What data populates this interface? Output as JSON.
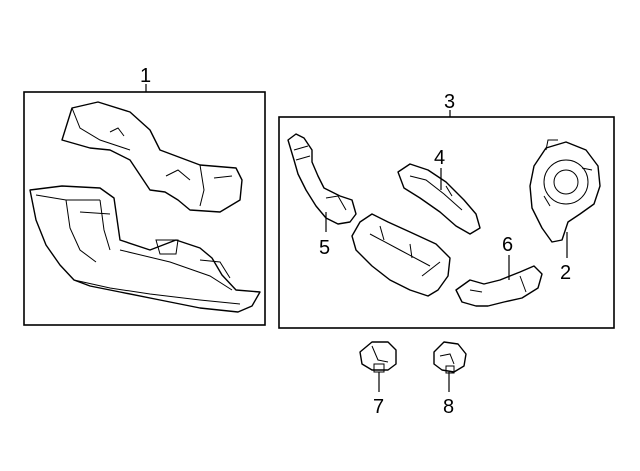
{
  "callouts": {
    "c1": "1",
    "c2": "2",
    "c3": "3",
    "c4": "4",
    "c5": "5",
    "c6": "6",
    "c7": "7",
    "c8": "8"
  },
  "parts": [
    {
      "callout": "1",
      "depicts": "upper-and-lower-column-covers",
      "grouped_in_box": true
    },
    {
      "callout": "2",
      "depicts": "clockspring",
      "grouped_in_box": true
    },
    {
      "callout": "3",
      "depicts": "switch-assembly-group",
      "grouped_in_box": true
    },
    {
      "callout": "4",
      "depicts": "bracket",
      "grouped_in_box": true
    },
    {
      "callout": "5",
      "depicts": "left-stalk-switch",
      "grouped_in_box": true
    },
    {
      "callout": "6",
      "depicts": "right-stalk-switch",
      "grouped_in_box": true
    },
    {
      "callout": "7",
      "depicts": "small-switch",
      "grouped_in_box": false
    },
    {
      "callout": "8",
      "depicts": "small-sensor",
      "grouped_in_box": false
    }
  ]
}
